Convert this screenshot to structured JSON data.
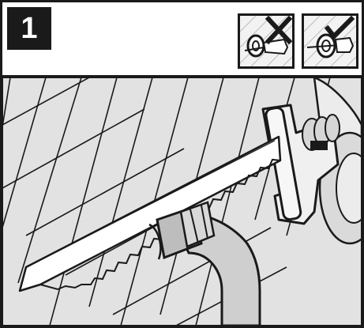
{
  "step": {
    "number": "1"
  },
  "icons": {
    "wrong": {
      "name": "blade-angle-wrong-icon",
      "mark": "cross"
    },
    "right": {
      "name": "blade-angle-right-icon",
      "mark": "checkmark"
    }
  },
  "scene": {
    "wall": "tiled-wall",
    "tool": "reciprocating-saw",
    "blade": "saw-blade",
    "pipe": "pipe-with-fitting"
  },
  "colors": {
    "ink": "#1a1a1a",
    "wall_fill": "#e2e2e2",
    "pipe_fill": "#cfcfcf",
    "tool_fill": "#f0f0f0"
  }
}
